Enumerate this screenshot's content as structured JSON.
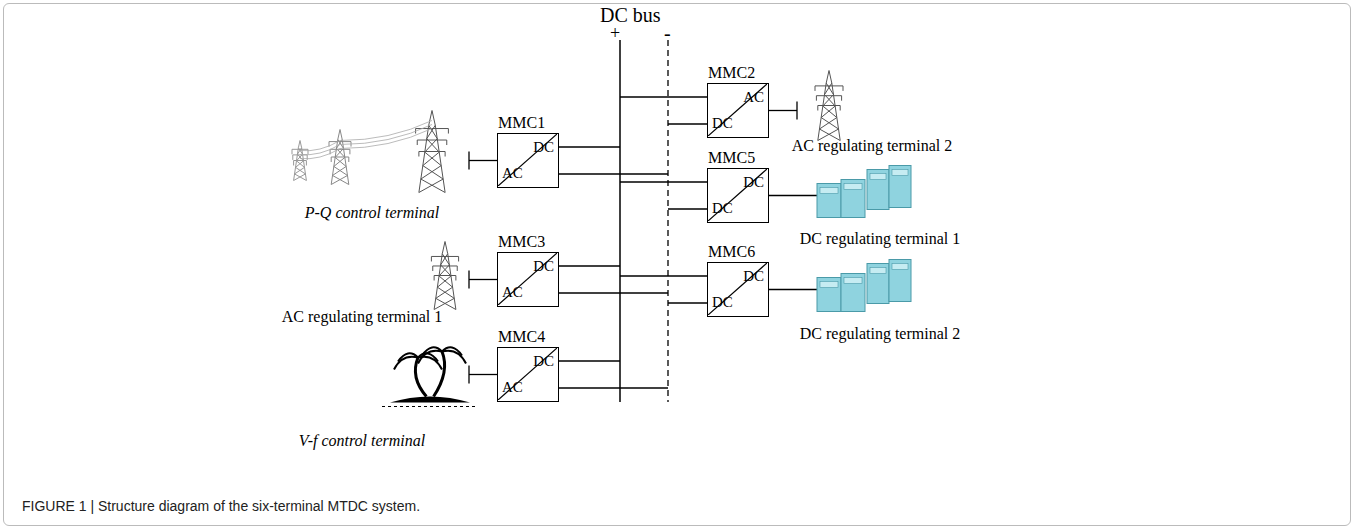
{
  "diagram": {
    "caption": "FIGURE 1 | Structure diagram of the six-terminal MTDC system.",
    "nodes": [
      {
        "text": [
          "MMC1",
          "DC",
          "AC"
        ]
      },
      {
        "text": [
          "MMC2",
          "AC",
          "DC"
        ]
      },
      {
        "text": [
          "MMC3",
          "DC",
          "AC"
        ]
      },
      {
        "text": [
          "MMC4",
          "DC",
          "AC"
        ]
      },
      {
        "text": [
          "MMC5",
          "DC",
          "DC"
        ]
      },
      {
        "text": [
          "MMC6",
          "DC",
          "DC"
        ]
      }
    ],
    "labels": [
      "DC bus",
      "+",
      "-",
      "P-Q control terminal",
      "AC regulating terminal 2",
      "AC regulating terminal 1",
      "DC regulating terminal 1",
      "DC regulating terminal 2",
      "V-f control terminal"
    ]
  }
}
